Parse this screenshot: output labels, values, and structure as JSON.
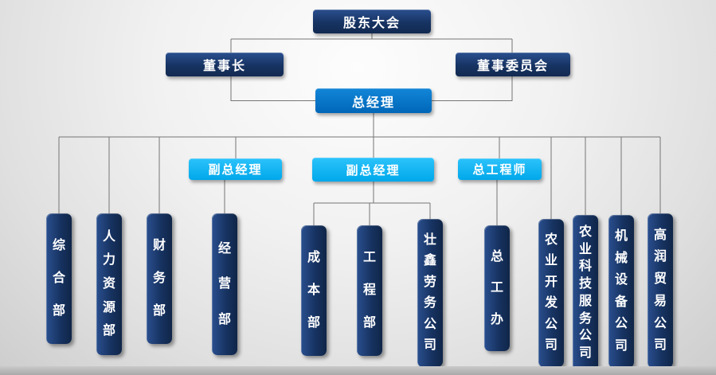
{
  "colors": {
    "navy_box": "#173362",
    "blue_box": "#0070c0",
    "cyan_box": "#00b0f0",
    "connector_line": "#757575",
    "text": "#ffffff"
  },
  "org": {
    "shareholders_meeting": "股东大会",
    "chairman": "董事长",
    "board_committee": "董事委员会",
    "general_manager": "总经理",
    "deputy_general_manager_left": "副总经理",
    "deputy_general_manager_center": "副总经理",
    "chief_engineer": "总工程师",
    "departments": [
      {
        "label": "综合部"
      },
      {
        "label": "人力资源部"
      },
      {
        "label": "财务部"
      },
      {
        "label": "经营部"
      },
      {
        "label": "成本部"
      },
      {
        "label": "工程部"
      },
      {
        "label": "壮鑫劳务公司"
      },
      {
        "label": "总工办"
      },
      {
        "label": "农业开发公司"
      },
      {
        "label": "农业科技服务公司"
      },
      {
        "label": "机械设备公司"
      },
      {
        "label": "高润贸易公司"
      }
    ]
  }
}
